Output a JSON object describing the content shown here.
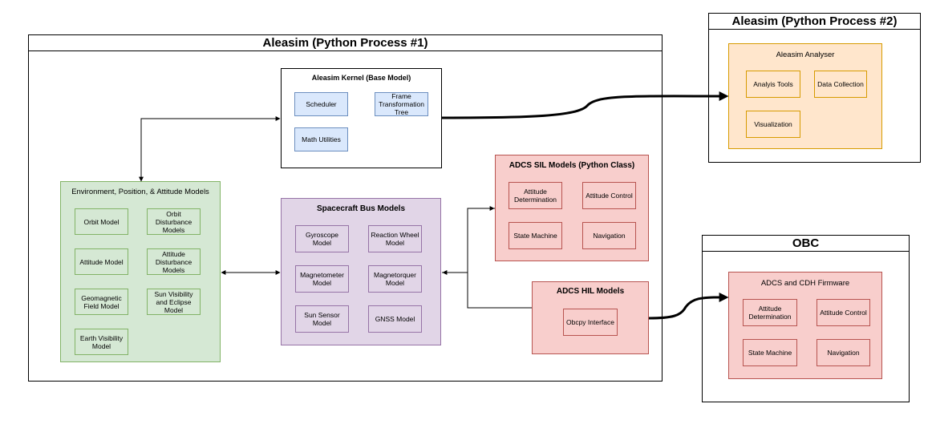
{
  "process1": {
    "title": "Aleasim (Python Process #1)",
    "kernel": {
      "title": "Aleasim Kernel (Base Model)",
      "items": [
        "Scheduler",
        "Frame Transformation Tree",
        "Math Utilities"
      ]
    },
    "env": {
      "title": "Environment, Position, & Attitude Models",
      "items": [
        "Orbit Model",
        "Orbit Disturbance Models",
        "Attitude Model",
        "Attitude Disturbance Models",
        "Geomagnetic Field Model",
        "Sun Visibility and Eclipse Model",
        "Earth Visibility Model"
      ]
    },
    "bus": {
      "title": "Spacecraft Bus Models",
      "items": [
        "Gyroscope Model",
        "Reaction Wheel Model",
        "Magnetometer Model",
        "Magnetorquer Model",
        "Sun Sensor Model",
        "GNSS Model"
      ]
    },
    "sil": {
      "title": "ADCS SIL Models (Python Class)",
      "items": [
        "Attitude Determination",
        "Attitude Control",
        "State Machine",
        "Navigation"
      ]
    },
    "hil": {
      "title": "ADCS HIL Models",
      "items": [
        "Obcpy Interface"
      ]
    }
  },
  "process2": {
    "title": "Aleasim  (Python Process #2)",
    "analyser": {
      "title": "Aleasim Analyser",
      "items": [
        "Analyis Tools",
        "Data Collection",
        "Visualization"
      ]
    }
  },
  "obc": {
    "title": "OBC",
    "firmware": {
      "title": "ADCS and CDH Firmware",
      "items": [
        "Attitude Determination",
        "Attitude Control",
        "State Machine",
        "Navigation"
      ]
    }
  }
}
